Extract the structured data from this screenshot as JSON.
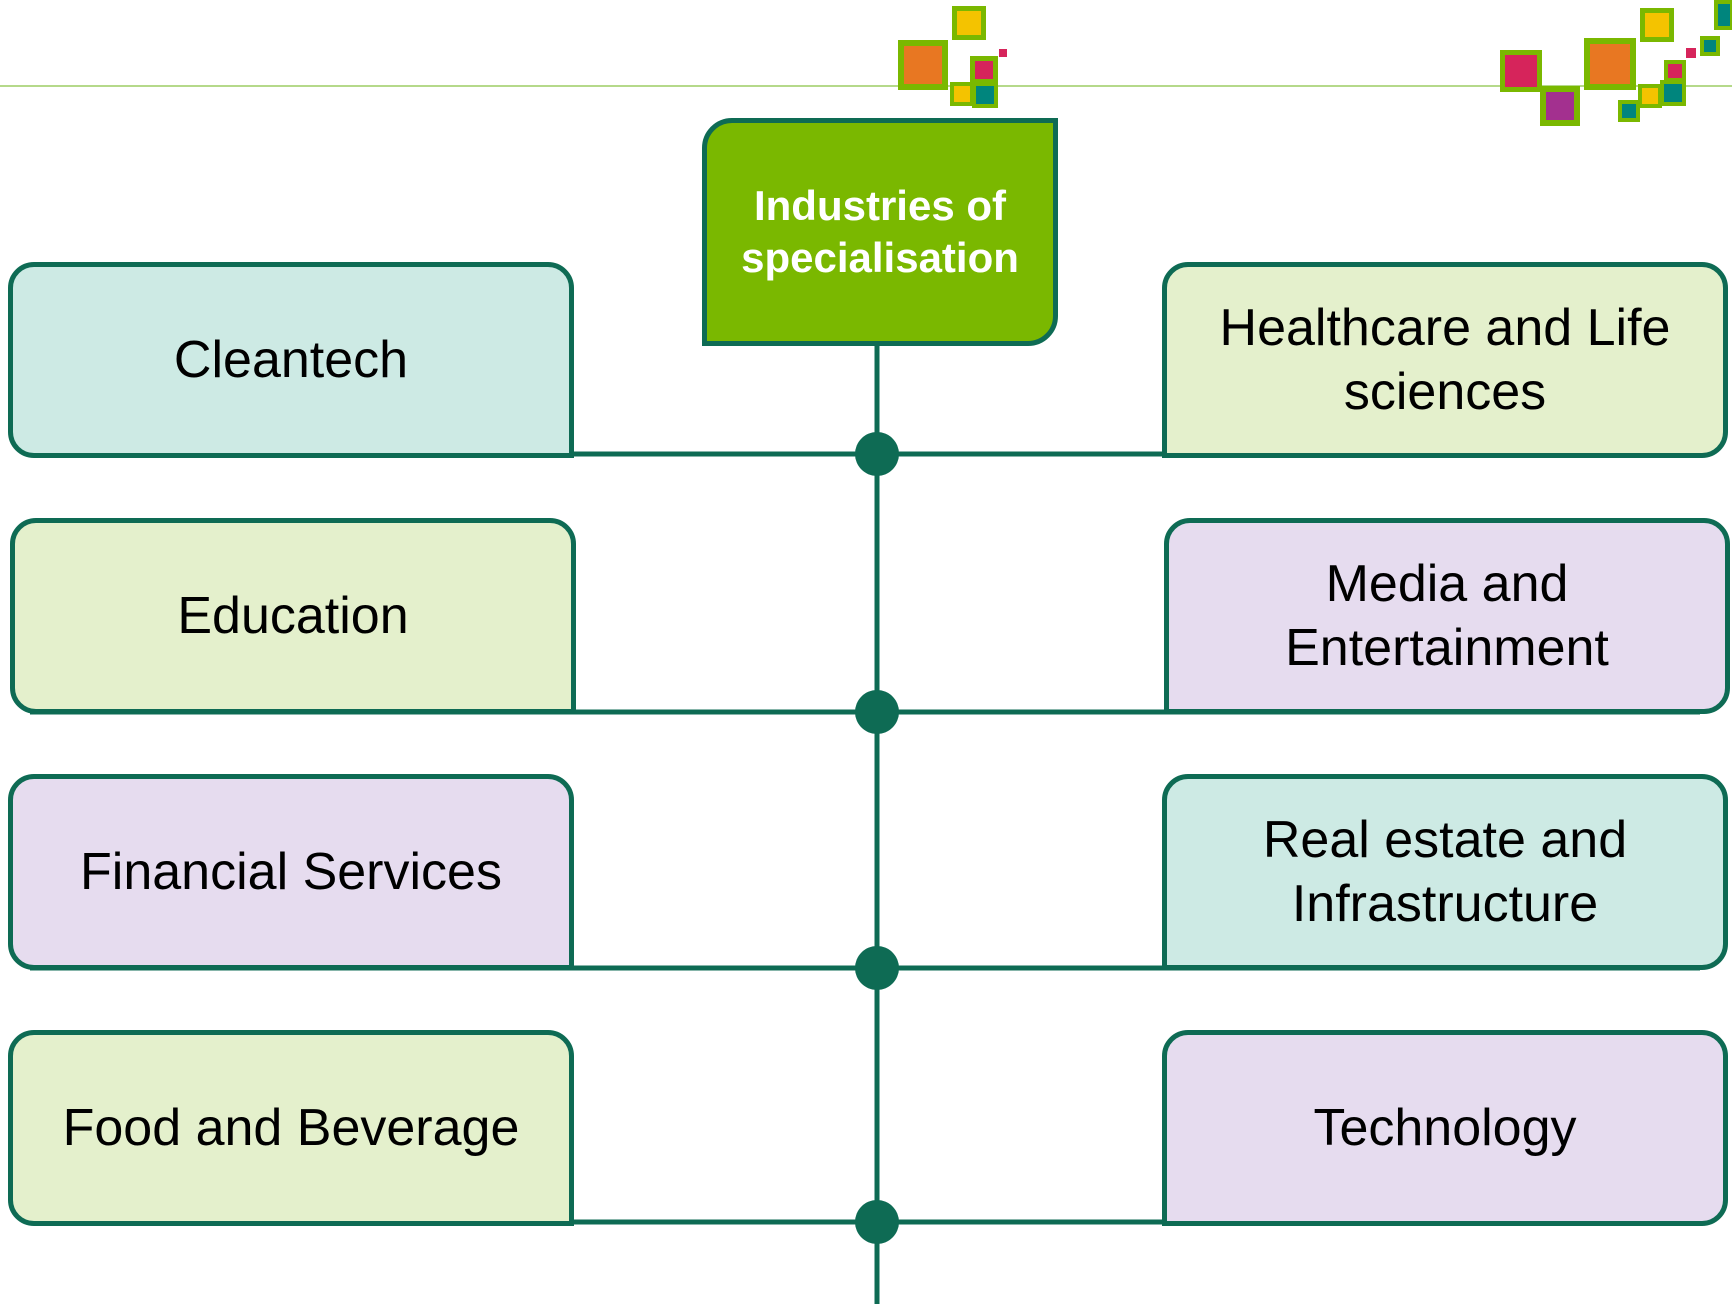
{
  "diagram": {
    "root": {
      "label": "Industries of specialisation",
      "color": "#7ab800"
    },
    "left_items": [
      {
        "label": "Cleantech",
        "color": "#cdeae4"
      },
      {
        "label": "Education",
        "color": "#e4f0cc"
      },
      {
        "label": "Financial Services",
        "color": "#e6dcef"
      },
      {
        "label": "Food and Beverage",
        "color": "#e4f0cc"
      }
    ],
    "right_items": [
      {
        "label": "Healthcare and Life sciences",
        "color": "#e4f0cc"
      },
      {
        "label": "Media and Entertainment",
        "color": "#e6dcef"
      },
      {
        "label": "Real estate and Infrastructure",
        "color": "#cdeae4"
      },
      {
        "label": "Technology",
        "color": "#e6dcef"
      }
    ],
    "line_color": "#0e6b54",
    "header_rule_color": "#b5d98a",
    "decor_colors": [
      "#e87722",
      "#f4c300",
      "#d6245b",
      "#00857d",
      "#a3308f",
      "#7ab800"
    ]
  }
}
